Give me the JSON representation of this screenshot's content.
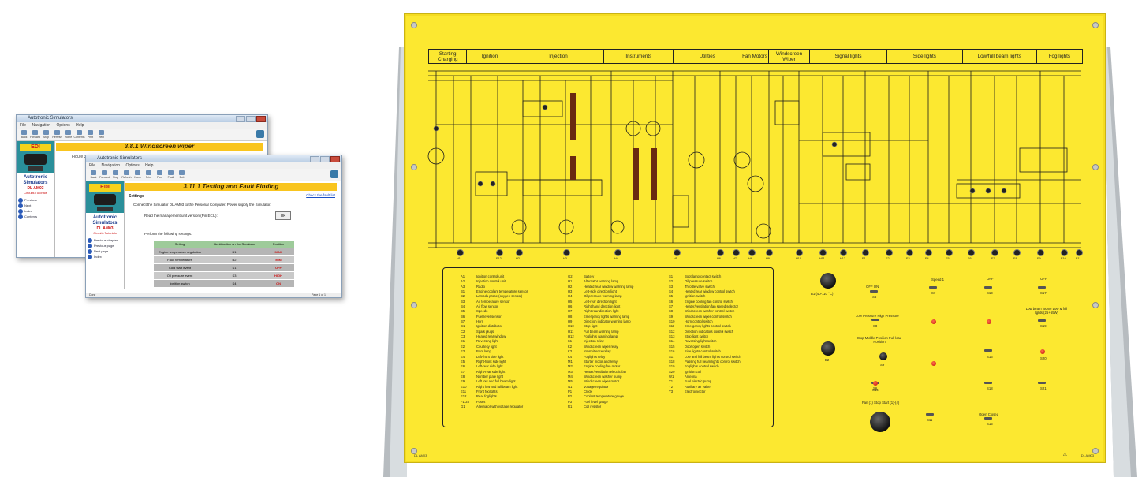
{
  "window_back": {
    "title": "Autotronic Simulators",
    "menu": [
      "File",
      "Navigation",
      "Options",
      "Help"
    ],
    "toolbar": [
      "Back",
      "Forward",
      "Stop",
      "Refresh",
      "Home",
      "Contents",
      "Print",
      "Help"
    ],
    "header": "3.8.1 Windscreen wiper",
    "tab": "Figure 3",
    "sidebar": {
      "logo": "EDI",
      "title": "Autotronic Simulators",
      "code": "DL AM03",
      "level": "Circuits Tutorials",
      "items": [
        "Previous",
        "Next",
        "Index",
        "Contents"
      ]
    }
  },
  "window_front": {
    "title": "Autotronic Simulators",
    "menu": [
      "File",
      "Navigation",
      "Options",
      "Help"
    ],
    "toolbar": [
      "Back",
      "Forward",
      "Stop",
      "Refresh",
      "Home",
      "Print",
      "Font",
      "Fault",
      "Exit"
    ],
    "header": "3.11.1 Testing and Fault Finding",
    "link": "Check the fault list",
    "subtitle": "Settings",
    "instr1": "Connect the Simulator DL AM03 to the Personal Computer. Power supply the Simulator.",
    "instr2": "Read the management unit version (Pin ECU):",
    "btn": "OK",
    "instr3": "Perform the following settings:",
    "table": {
      "headers": [
        "Setting",
        "Identification on the Simulator",
        "Position"
      ],
      "rows": [
        [
          "Engine temperature regulation",
          "B1",
          "MAX"
        ],
        [
          "Fault temperature",
          "B2",
          "MIN"
        ],
        [
          "Cold start event",
          "S1",
          "OFF"
        ],
        [
          "Oil pressure event",
          "S3",
          "HIGH"
        ],
        [
          "Ignition switch",
          "S4",
          "ON"
        ]
      ]
    },
    "sidebar": {
      "logo": "EDI",
      "title": "Autotronic Simulators",
      "code": "DL AM03",
      "level": "Circuits Tutorials",
      "items": [
        "Previous chapter",
        "Previous page",
        "Next page",
        "Index"
      ]
    },
    "status": [
      "Done",
      "Page 1 of 1"
    ]
  },
  "panel": {
    "sections": [
      "Starting Charging",
      "Ignition",
      "Injection",
      "Instruments",
      "Utilities",
      "Fan Motors",
      "Windscreen Wiper",
      "Signal lights",
      "Side lights",
      "Low/full beam lights",
      "Fog lights"
    ],
    "legend": [
      [
        [
          "A1",
          "Ignition control unit"
        ],
        [
          "A2",
          "Injection control unit"
        ],
        [
          "A3",
          "Radio"
        ],
        [
          "B1",
          "Engine coolant temperature sensor"
        ],
        [
          "B2",
          "Lambda probe (oxygen sensor)"
        ],
        [
          "B3",
          "Air temperature sensor"
        ],
        [
          "B4",
          "Air flow sensor"
        ],
        [
          "B5",
          "Speedo"
        ],
        [
          "B6",
          "Fuel level sensor"
        ],
        [
          "B7",
          "Horn"
        ],
        [
          "C1",
          "Ignition distributor"
        ],
        [
          "C2",
          "Spark plugs"
        ],
        [
          "C3",
          "Heated rear window"
        ],
        [
          "E1",
          "Reversing light"
        ],
        [
          "E2",
          "Courtesy light"
        ],
        [
          "E3",
          "Boot lamp"
        ],
        [
          "E4",
          "Left-front side light"
        ],
        [
          "E5",
          "Right-front side light"
        ],
        [
          "E6",
          "Left-rear side light"
        ],
        [
          "E7",
          "Right-rear side light"
        ],
        [
          "E8",
          "Number plate light"
        ],
        [
          "E9",
          "Left low and full beam light"
        ],
        [
          "E10",
          "Right low and full beam light"
        ],
        [
          "E11",
          "Front foglights"
        ],
        [
          "E12",
          "Rear foglights"
        ],
        [
          "F1-28",
          "Fuses"
        ],
        [
          "G1",
          "Alternator with voltage regulator"
        ]
      ],
      [
        [
          "G2",
          "Battery"
        ],
        [
          "H1",
          "Alternator warning lamp"
        ],
        [
          "H2",
          "Heated rear window warning lamp"
        ],
        [
          "H3",
          "Left-side direction light"
        ],
        [
          "H4",
          "Oil pressure warning lamp"
        ],
        [
          "H5",
          "Left-rear direction light"
        ],
        [
          "H6",
          "Right-hand direction light"
        ],
        [
          "H7",
          "Right-rear direction light"
        ],
        [
          "H8",
          "Emergency lights warning lamp"
        ],
        [
          "H9",
          "Direction indicator warning lamp"
        ],
        [
          "H10",
          "Stop light"
        ],
        [
          "H11",
          "Full beam warning lamp"
        ],
        [
          "H12",
          "Foglights warning lamp"
        ],
        [
          "K1",
          "Injection relay"
        ],
        [
          "K2",
          "Windscreen wiper relay"
        ],
        [
          "K3",
          "Intermittence relay"
        ],
        [
          "K4",
          "Foglights relay"
        ],
        [
          "M1",
          "Starter motor and relay"
        ],
        [
          "M2",
          "Engine cooling fan motor"
        ],
        [
          "M3",
          "Heater/ventilation electric fan"
        ],
        [
          "M4",
          "Windscreen washer pump"
        ],
        [
          "M5",
          "Windscreen wiper motor"
        ],
        [
          "N1",
          "Voltage regulator"
        ],
        [
          "P1",
          "Clock"
        ],
        [
          "P2",
          "Coolant temperature gauge"
        ],
        [
          "P3",
          "Fuel level gauge"
        ],
        [
          "R1",
          "Coil resistor"
        ]
      ],
      [
        [
          "S1",
          "Boot lamp contact switch"
        ],
        [
          "S2",
          "Oil pressure switch"
        ],
        [
          "S3",
          "Throttle valve switch"
        ],
        [
          "S4",
          "Heated rear window control switch"
        ],
        [
          "S5",
          "Ignition switch"
        ],
        [
          "S6",
          "Engine cooling fan control switch"
        ],
        [
          "S7",
          "Heater/ventilation fan speed selector"
        ],
        [
          "S8",
          "Windscreen washer control switch"
        ],
        [
          "S9",
          "Windscreen wiper control switch"
        ],
        [
          "S10",
          "Horn control switch"
        ],
        [
          "S11",
          "Emergency lights control switch"
        ],
        [
          "S12",
          "Direction indicators control switch"
        ],
        [
          "S13",
          "Stop light switch"
        ],
        [
          "S14",
          "Reversing light switch"
        ],
        [
          "S15",
          "Door open switch"
        ],
        [
          "S16",
          "Side lights control switch"
        ],
        [
          "S17",
          "Low and full beam lights control switch"
        ],
        [
          "S18",
          "Passing full beam lights control switch"
        ],
        [
          "S19",
          "Foglights control switch"
        ],
        [
          "S20",
          "Ignition coil"
        ],
        [
          "W1",
          "Antenna"
        ],
        [
          "Y1",
          "Fuel electric pump"
        ],
        [
          "Y2",
          "Auxiliary air valve"
        ],
        [
          "Y3",
          "Electroinjector"
        ]
      ]
    ],
    "controls": {
      "b1": "B1 (40-110 °C)",
      "b2": "B2",
      "s5_label": "OFF ON",
      "s5": "S5",
      "s8": "S8",
      "s8_label": "Low Pressure High Pressure",
      "s9_label": "Stop Middle Position Full load Position",
      "s9": "S9",
      "s6": "S6",
      "s14": "S14",
      "s11": "S11",
      "fan": "Fan (1) Stop Start (1)-(4)",
      "speed1": "Speed 1",
      "s7": "S7",
      "off": "OFF",
      "s13": "S13",
      "s16": "S16",
      "s18": "S18",
      "s15": "S15",
      "open_closed": "Open Closed",
      "s17": "S17",
      "lowfull": "Low beam (50W) Low & full lights (25+55W)",
      "s19": "S19",
      "s20": "S20",
      "s21": "S21"
    },
    "jacks": [
      "H1",
      "H2",
      "H3",
      "H4",
      "H5",
      "H6",
      "H7",
      "H8",
      "H9",
      "H10",
      "H11",
      "H12",
      "E1",
      "E2",
      "E3",
      "E4",
      "E5",
      "E6",
      "E7",
      "E8",
      "E9",
      "E10",
      "E11",
      "E12"
    ],
    "footer_left": "DL AM03",
    "footer_right": "DL AM03"
  },
  "colors": {
    "panel": "#fce830",
    "wire": "#1d1d1d",
    "component": "#6a2a10",
    "window_header": "#f9c51f"
  }
}
